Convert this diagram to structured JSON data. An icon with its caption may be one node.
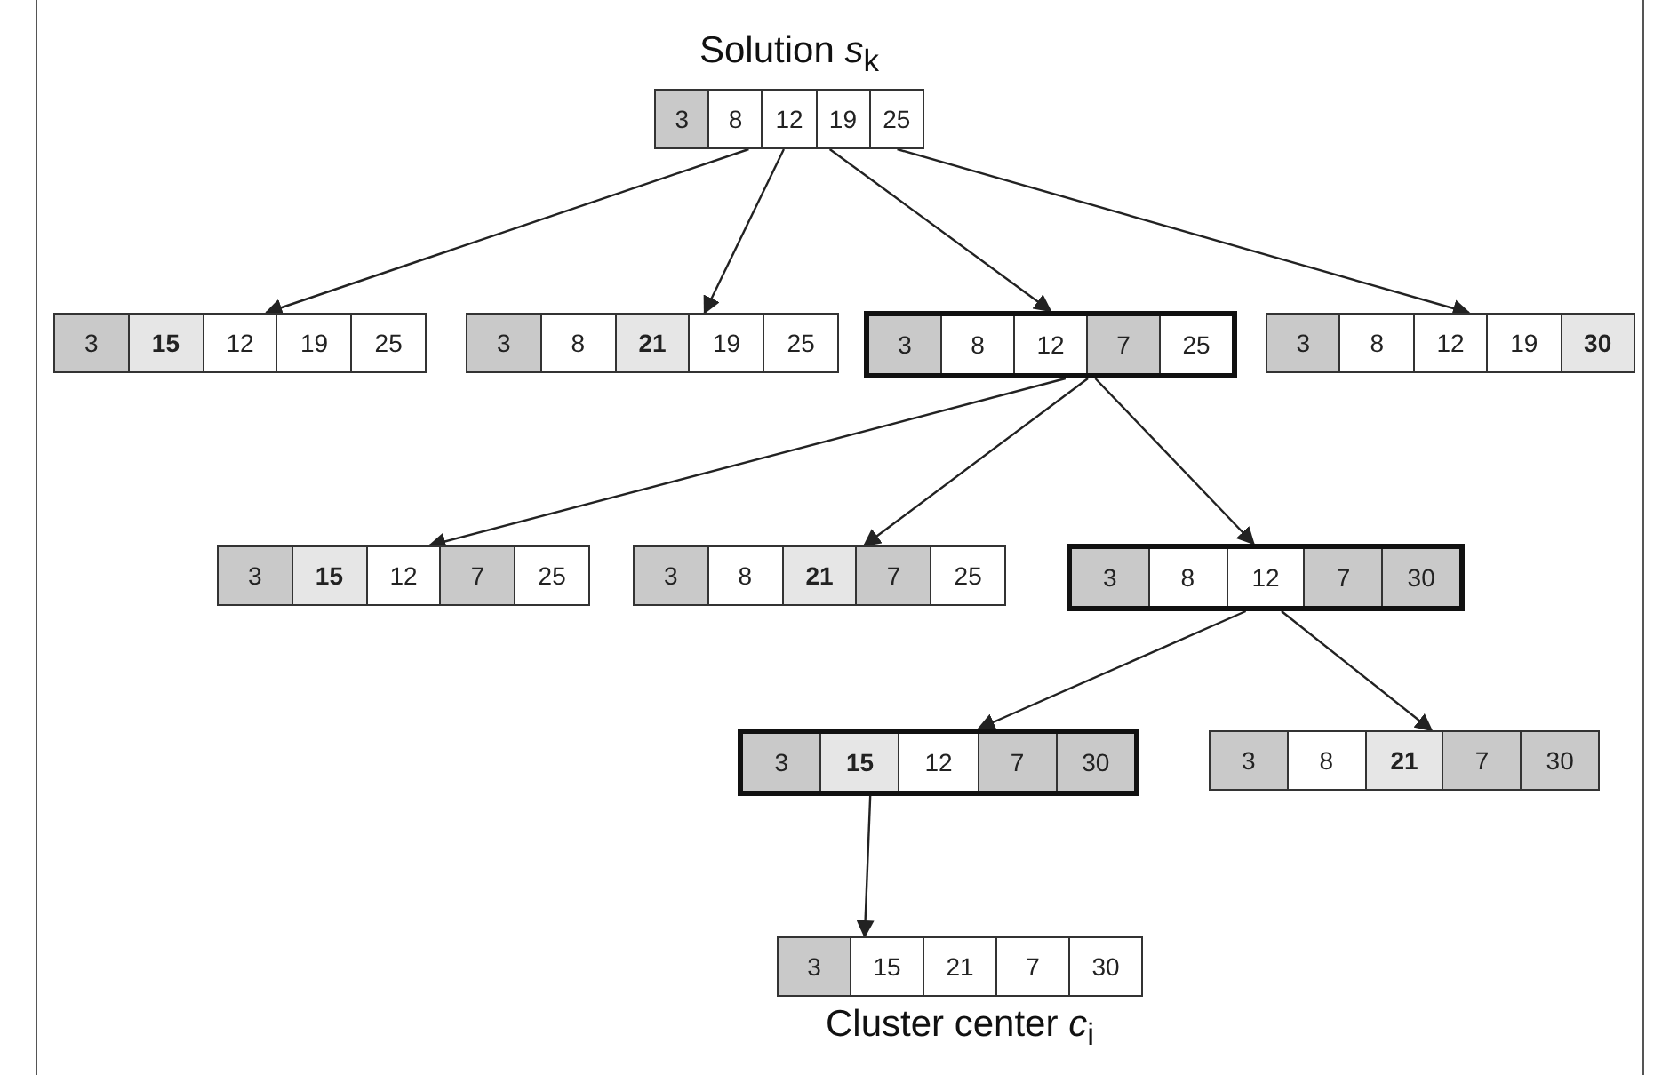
{
  "diagram": {
    "nodes": [
      {
        "text": [
          "Solution *s*$_{k}$",
          "3",
          "8",
          "12",
          "19",
          "25"
        ]
      },
      {
        "text": [
          "3",
          "15",
          "12",
          "19",
          "25"
        ]
      },
      {
        "text": [
          "3",
          "8",
          "21",
          "19",
          "25"
        ]
      },
      {
        "text": [
          "3",
          "8",
          "12",
          "7",
          "25"
        ]
      },
      {
        "text": [
          "3",
          "8",
          "12",
          "19",
          "30"
        ]
      },
      {
        "text": [
          "3",
          "15",
          "12",
          "7",
          "25"
        ]
      },
      {
        "text": [
          "3",
          "8",
          "21",
          "7",
          "25"
        ]
      },
      {
        "text": [
          "3",
          "8",
          "12",
          "7",
          "30"
        ]
      },
      {
        "text": [
          "3",
          "15",
          "12",
          "7",
          "30"
        ]
      },
      {
        "text": [
          "3",
          "8",
          "21",
          "7",
          "30"
        ]
      },
      {
        "text": [
          "3",
          "15",
          "21",
          "7",
          "30"
        ],
        "beside": [
          "Cluster center *c*$_{i}$"
        ]
      }
    ],
    "edges": [
      {
        "from": 0,
        "to": 1,
        "arrow": "to"
      },
      {
        "from": 0,
        "to": 2,
        "arrow": "to"
      },
      {
        "from": 0,
        "to": 3,
        "arrow": "to"
      },
      {
        "from": 0,
        "to": 4,
        "arrow": "to"
      },
      {
        "from": 3,
        "to": 5,
        "arrow": "to"
      },
      {
        "from": 3,
        "to": 6,
        "arrow": "to"
      },
      {
        "from": 3,
        "to": 7,
        "arrow": "to"
      },
      {
        "from": 7,
        "to": 8,
        "arrow": "to"
      },
      {
        "from": 7,
        "to": 9,
        "arrow": "to"
      },
      {
        "from": 8,
        "to": 10,
        "arrow": "to"
      }
    ]
  }
}
